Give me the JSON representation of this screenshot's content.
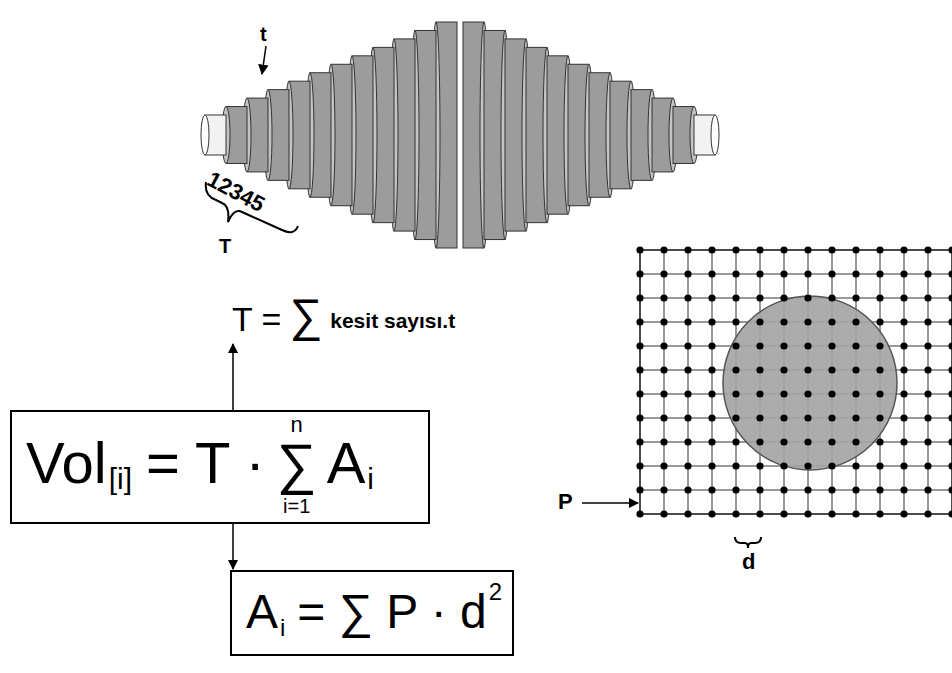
{
  "diagram": {
    "nodes": [
      {
        "text": [
          "Vol",
          "[i]",
          "= T ·",
          "∑",
          "n",
          "i=1",
          "A",
          "i"
        ]
      },
      {
        "text": [
          "A",
          "i",
          "= ∑ P · d",
          "2"
        ]
      }
    ],
    "edges": [
      {
        "from": 0,
        "to": 1,
        "arrow": "to"
      }
    ],
    "labels": [
      "t",
      "12345",
      "T",
      "T =",
      "∑",
      "kesit sayısı.t",
      "P",
      "d"
    ]
  }
}
